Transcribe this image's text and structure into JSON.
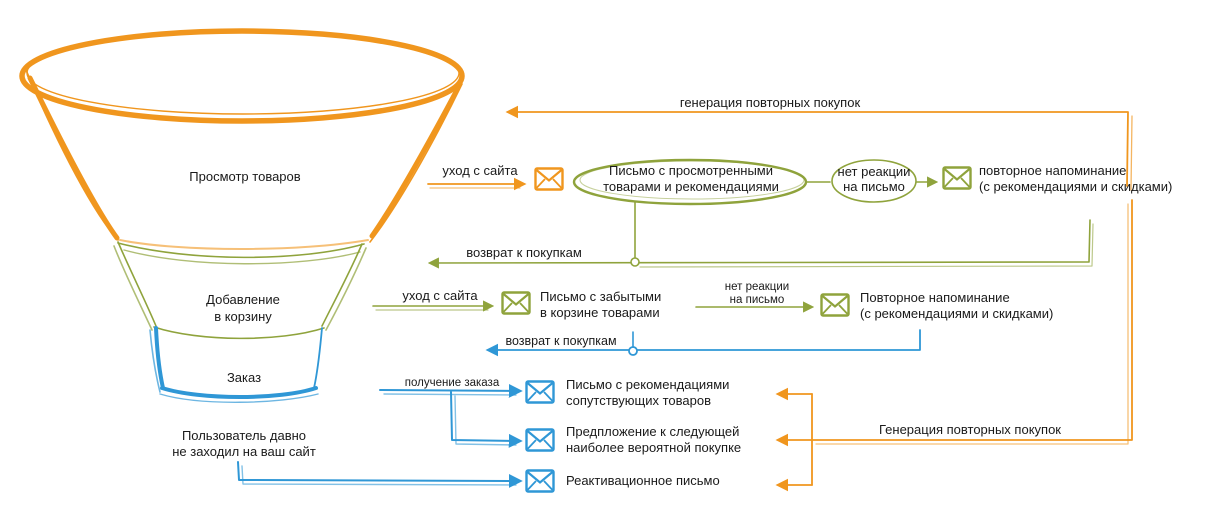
{
  "colors": {
    "orange": "#f0961e",
    "green": "#8fa33c",
    "blue": "#2f97d6",
    "text": "#1a1a1a"
  },
  "funnel": {
    "stage1": "Просмотр товаров",
    "stage2_line1": "Добавление",
    "stage2_line2": "в корзину",
    "stage3": "Заказ"
  },
  "inactive_user": {
    "line1": "Пользователь давно",
    "line2": "не заходил на ваш сайт"
  },
  "top_loop": {
    "label": "генерация повторных покупок"
  },
  "row1": {
    "trigger": "уход с сайта",
    "email_line1": "Письмо с просмотренными",
    "email_line2": "товарами и рекомендациями",
    "no_reaction_line1": "нет реакции",
    "no_reaction_line2": "на письмо",
    "reminder_line1": "повторное напоминание",
    "reminder_line2": "(с рекомендациями и скидками)",
    "return": "возврат к покупкам"
  },
  "row2": {
    "trigger": "уход с сайта",
    "email_line1": "Письмо с забытыми",
    "email_line2": "в корзине товарами",
    "no_reaction_line1": "нет реакции",
    "no_reaction_line2": "на письмо",
    "reminder_line1": "Повторное напоминание",
    "reminder_line2": "(с рекомендациями и скидками)",
    "return": "возврат к покупкам"
  },
  "row3": {
    "trigger": "получение заказа",
    "email1_line1": "Письмо с рекомендациями",
    "email1_line2": "сопутствующих товаров",
    "email2_line1": "Предпложение к следующей",
    "email2_line2": "наиболее вероятной покупке",
    "email3": "Реактивационное письмо",
    "loop_label": "Генерация повторных покупок"
  },
  "icons": {
    "envelope": "envelope-icon"
  }
}
